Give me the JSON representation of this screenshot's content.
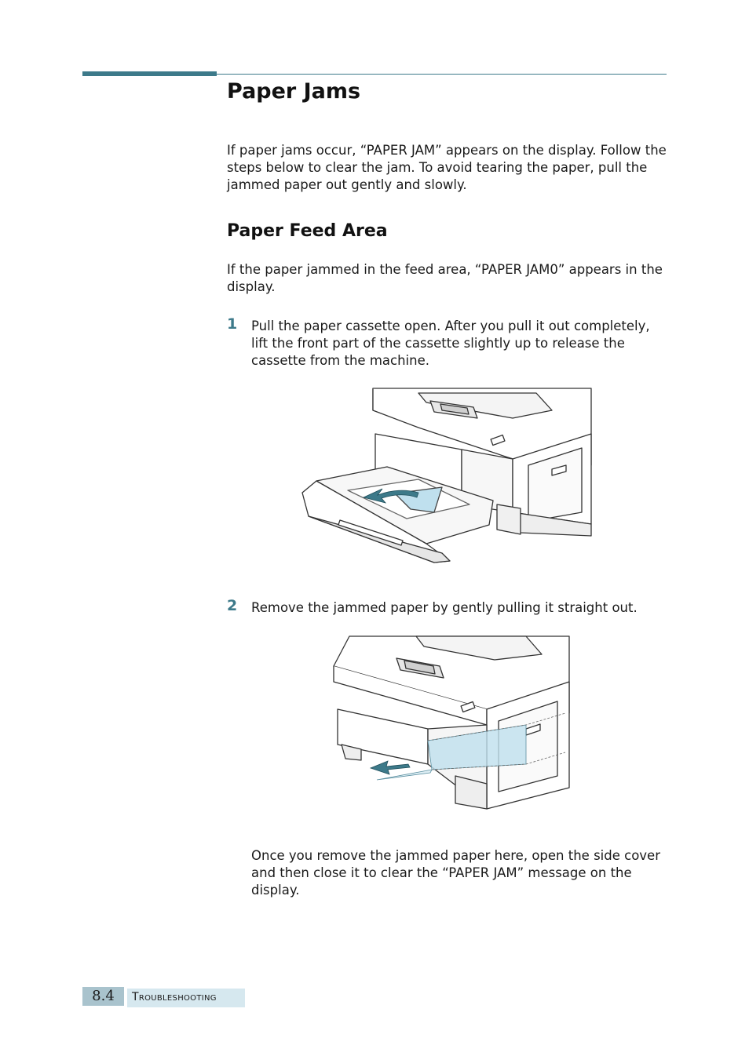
{
  "heading": "Paper Jams",
  "intro": "If paper jams occur, “PAPER JAM” appears on the display. Follow the steps below to clear the jam. To avoid tearing the paper, pull the jammed paper out gently and slowly.",
  "section": {
    "title": "Paper Feed Area",
    "description": "If the paper jammed in the feed area, “PAPER JAM0” appears in the display."
  },
  "steps": [
    {
      "number": "1",
      "text": "Pull the paper cassette open. After you pull it out completely, lift the front part of the cassette slightly up to release the cassette from the machine."
    },
    {
      "number": "2",
      "text": "Remove the jammed paper by gently pulling it straight out."
    }
  ],
  "closing": "Once you remove the jammed paper here, open the side cover and then close it to clear the “PAPER JAM” message on the display.",
  "footer": {
    "page": "8.4",
    "chapter": "Troubleshooting"
  },
  "colors": {
    "accent": "#3d7a8a",
    "footer_num_bg": "#a9c3cd",
    "footer_title_bg": "#d6e8ef",
    "paper_highlight": "#bfe0ee"
  }
}
